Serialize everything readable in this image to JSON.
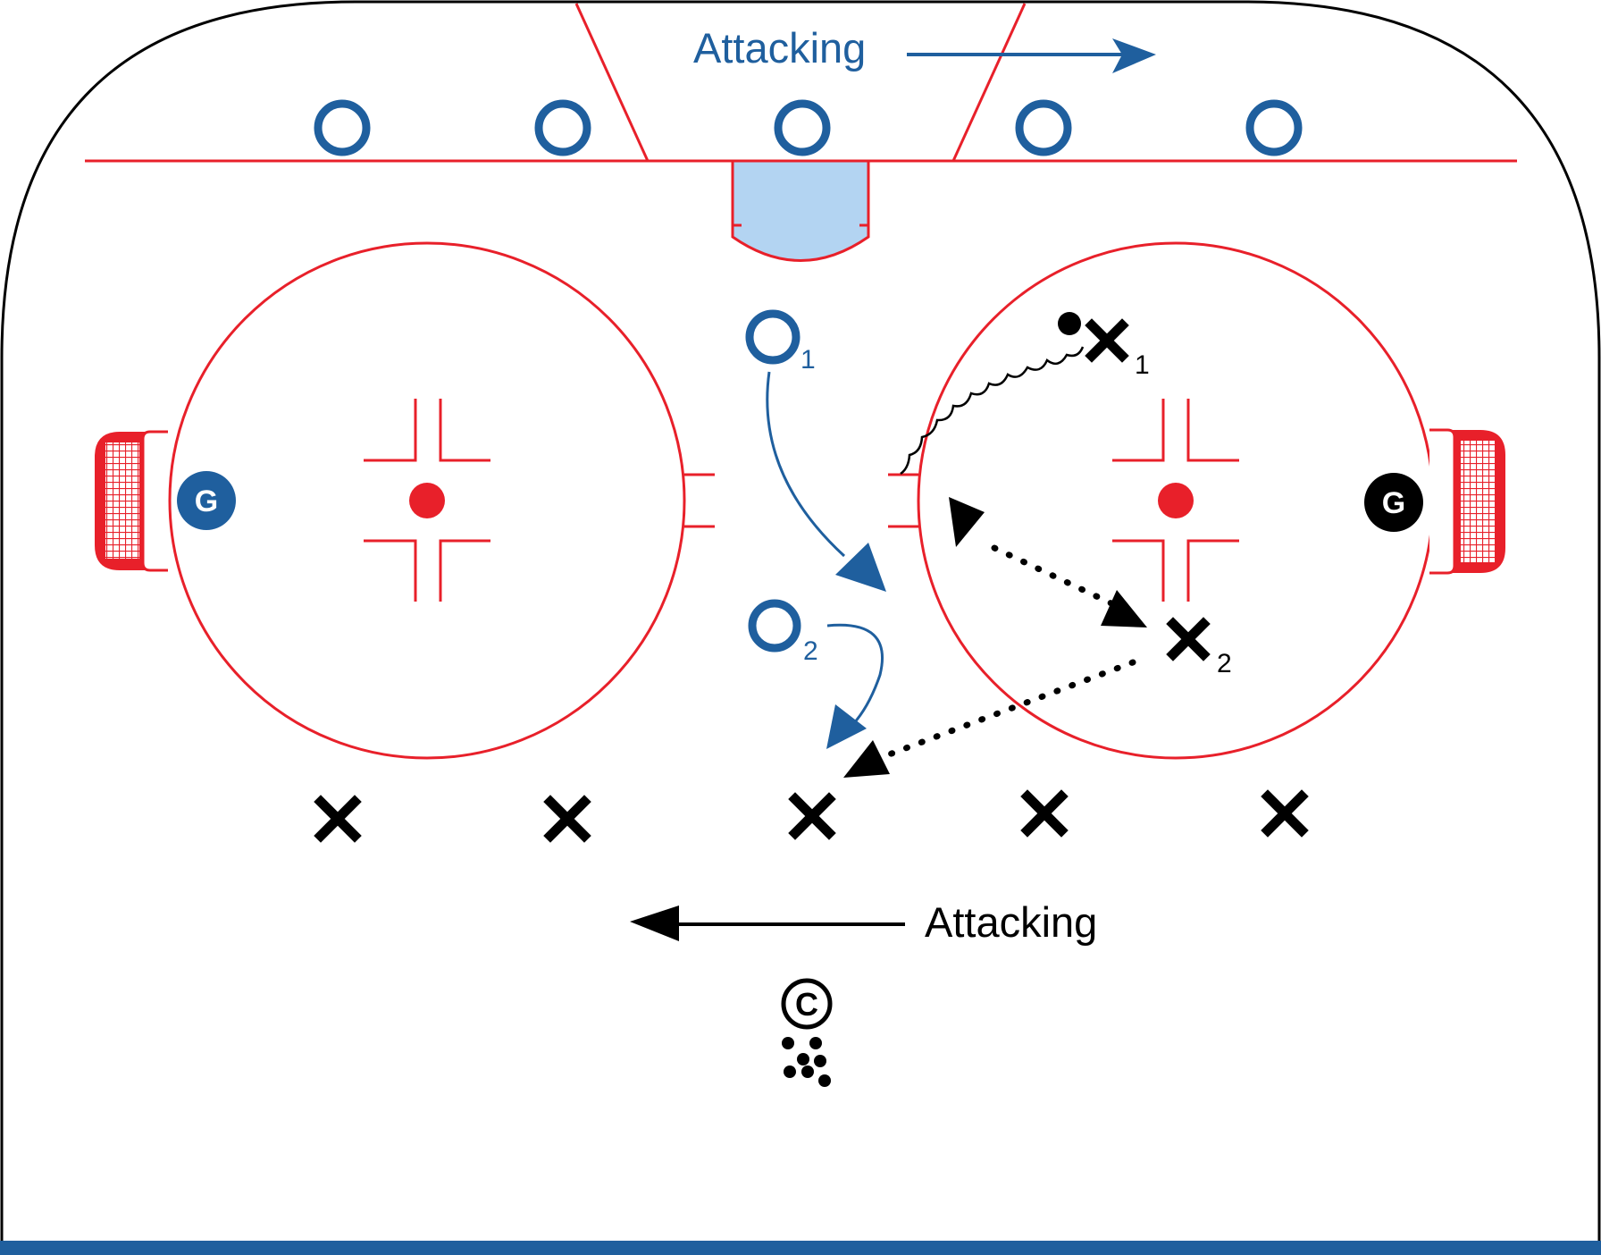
{
  "top_label": {
    "text": "Attacking",
    "color": "#1f5f9e"
  },
  "bottom_label": {
    "text": "Attacking",
    "color": "#000000"
  },
  "goalie_left": {
    "text": "G",
    "color": "#1f5f9e"
  },
  "goalie_right": {
    "text": "G",
    "color": "#000000"
  },
  "player_o1": {
    "subscript": "1"
  },
  "player_o2": {
    "subscript": "2"
  },
  "player_x1": {
    "subscript": "1"
  },
  "player_x2": {
    "subscript": "2"
  },
  "coach": {
    "text": "C"
  },
  "colors": {
    "red_lines": "#e8202a",
    "blue_team": "#1f5f9e",
    "black_team": "#000000",
    "crease": "#b3d4f2",
    "bottom_bar": "#1f5f9e"
  },
  "icons": [
    "goal-net-icon",
    "faceoff-dot-icon",
    "puck-icon",
    "coach-icon",
    "pucks-pile-icon"
  ]
}
